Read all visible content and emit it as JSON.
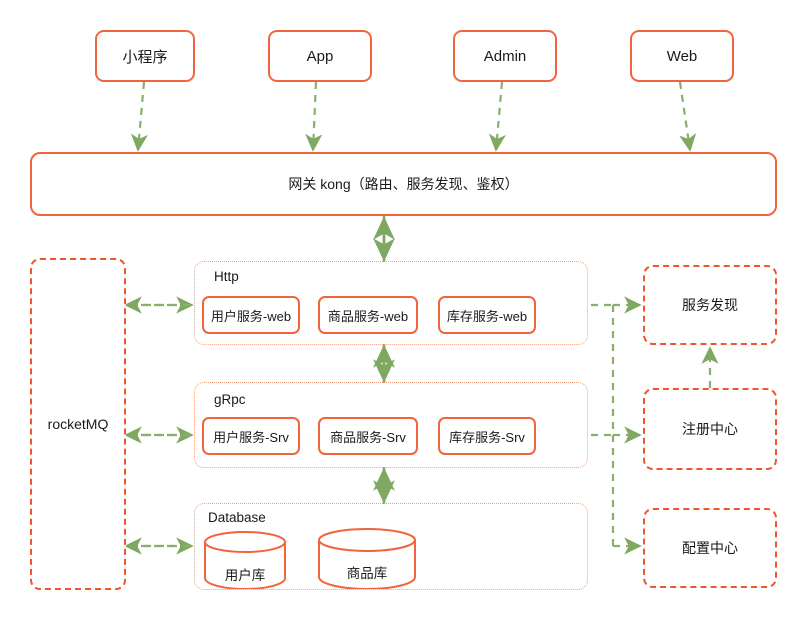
{
  "diagram": {
    "title": "microservice-architecture",
    "colors": {
      "box_orange": "#F2643C",
      "dashed_orange": "#F2552B",
      "group_dotted": "#F4A07E",
      "arrow_green": "#7FA860",
      "background": "#FFFFFF",
      "text": "#1A1A1A"
    },
    "clients": [
      {
        "id": "miniprogram",
        "label": "小程序"
      },
      {
        "id": "app",
        "label": "App"
      },
      {
        "id": "admin",
        "label": "Admin"
      },
      {
        "id": "web",
        "label": "Web"
      }
    ],
    "gateway": {
      "id": "kong",
      "label": "网关 kong（路由、服务发现、鉴权）"
    },
    "mq": {
      "id": "rocketmq",
      "label": "rocketMQ"
    },
    "layers": [
      {
        "id": "http",
        "label": "Http",
        "services": [
          {
            "id": "user-web",
            "label": "用户服务-web"
          },
          {
            "id": "product-web",
            "label": "商品服务-web"
          },
          {
            "id": "stock-web",
            "label": "库存服务-web"
          }
        ]
      },
      {
        "id": "grpc",
        "label": "gRpc",
        "services": [
          {
            "id": "user-srv",
            "label": "用户服务-Srv"
          },
          {
            "id": "product-srv",
            "label": "商品服务-Srv"
          },
          {
            "id": "stock-srv",
            "label": "库存服务-Srv"
          }
        ]
      },
      {
        "id": "database",
        "label": "Database",
        "databases": [
          {
            "id": "user-db",
            "label": "用户库"
          },
          {
            "id": "product-db",
            "label": "商品库"
          }
        ]
      }
    ],
    "infrastructure": [
      {
        "id": "service-discovery",
        "label": "服务发现"
      },
      {
        "id": "registry-center",
        "label": "注册中心"
      },
      {
        "id": "config-center",
        "label": "配置中心"
      }
    ],
    "connections": [
      {
        "from": "miniprogram",
        "to": "kong",
        "style": "dashed",
        "direction": "one-way"
      },
      {
        "from": "app",
        "to": "kong",
        "style": "dashed",
        "direction": "one-way"
      },
      {
        "from": "admin",
        "to": "kong",
        "style": "dashed",
        "direction": "one-way"
      },
      {
        "from": "web",
        "to": "kong",
        "style": "dashed",
        "direction": "one-way"
      },
      {
        "from": "kong",
        "to": "http",
        "style": "solid",
        "direction": "two-way"
      },
      {
        "from": "http",
        "to": "grpc",
        "style": "solid",
        "direction": "two-way"
      },
      {
        "from": "grpc",
        "to": "database",
        "style": "solid",
        "direction": "two-way"
      },
      {
        "from": "rocketmq",
        "to": "http",
        "style": "dashed",
        "direction": "two-way"
      },
      {
        "from": "rocketmq",
        "to": "grpc",
        "style": "dashed",
        "direction": "two-way"
      },
      {
        "from": "rocketmq",
        "to": "database",
        "style": "dashed",
        "direction": "two-way"
      },
      {
        "from": "http",
        "to": "service-discovery",
        "style": "dashed",
        "direction": "one-way"
      },
      {
        "from": "grpc",
        "to": "registry-center",
        "style": "dashed",
        "direction": "one-way"
      },
      {
        "from": "trunk",
        "to": "config-center",
        "style": "dashed",
        "direction": "one-way"
      },
      {
        "from": "registry-center",
        "to": "service-discovery",
        "style": "dashed",
        "direction": "one-way"
      }
    ]
  }
}
